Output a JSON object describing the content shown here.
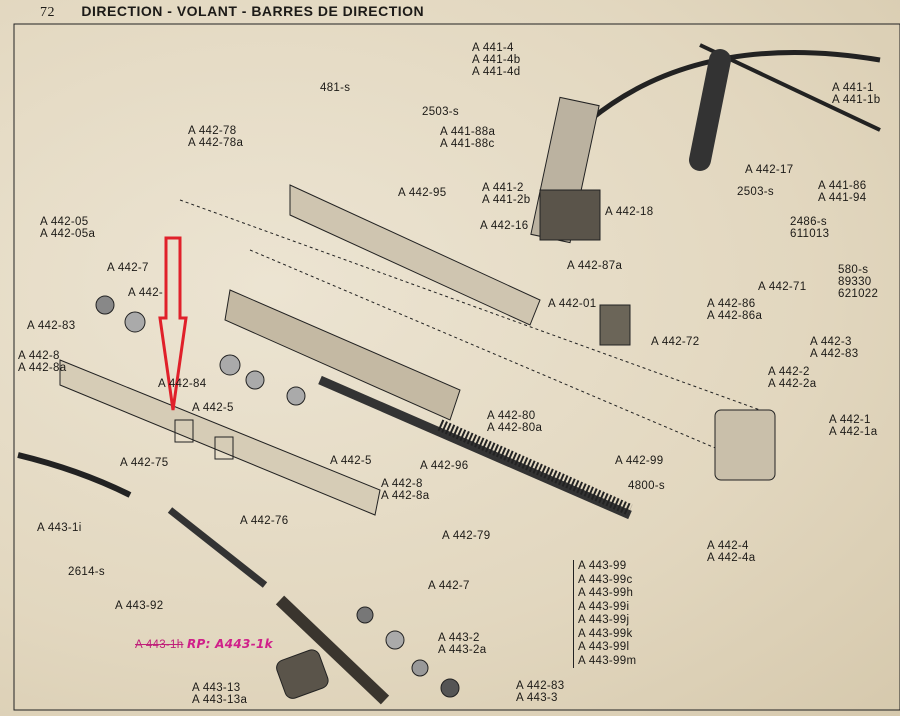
{
  "header": {
    "page_number": "72",
    "title": "DIRECTION - VOLANT - BARRES DE DIRECTION"
  },
  "labels": [
    [
      "A 441-4",
      "A 441-4b",
      "A 441-4d"
    ],
    [
      "481-s"
    ],
    [
      "2503-s"
    ],
    [
      "A 441-88a",
      "A 441-88c"
    ],
    [
      "A 441-1",
      "A 441-1b"
    ],
    [
      "A 442-78",
      "A 442-78a"
    ],
    [
      "A 442-17"
    ],
    [
      "2503-s"
    ],
    [
      "A 441-86",
      "A 441-94"
    ],
    [
      "A 441-2",
      "A 441-2b"
    ],
    [
      "A 442-95"
    ],
    [
      "A 442-18"
    ],
    [
      "2486-s",
      "611013"
    ],
    [
      "A 442-16"
    ],
    [
      "A 442-05",
      "A 442-05a"
    ],
    [
      "A 442-87a"
    ],
    [
      "A 442-7"
    ],
    [
      "580-s",
      "89330",
      "621022"
    ],
    [
      "A 442-71"
    ],
    [
      "A 442-"
    ],
    [
      "A 442-01"
    ],
    [
      "A 442-86",
      "A 442-86a"
    ],
    [
      "A 442-83"
    ],
    [
      "A 442-72"
    ],
    [
      "A 442-3",
      "A 442-83"
    ],
    [
      "A 442-8",
      "A 442-8a"
    ],
    [
      "A 442-2",
      "A 442-2a"
    ],
    [
      "A 442-84"
    ],
    [
      "A 442-5"
    ],
    [
      "A 442-80",
      "A 442-80a"
    ],
    [
      "A 442-1",
      "A 442-1a"
    ],
    [
      "A 442-5"
    ],
    [
      "A 442-99"
    ],
    [
      "A 442-96"
    ],
    [
      "A 442-75"
    ],
    [
      "4800-s"
    ],
    [
      "A 442-8",
      "A 442-8a"
    ],
    [
      "A 442-76"
    ],
    [
      "A 443-1i"
    ],
    [
      "A 442-79"
    ],
    [
      "A 442-4",
      "A 442-4a"
    ],
    [
      "2614-s"
    ],
    [
      "A 442-7"
    ],
    [
      "A 443-92"
    ],
    [
      "A 443-2",
      "A 443-2a"
    ],
    [
      "A 443-13",
      "A 443-13a"
    ],
    [
      "A 442-83",
      "A 443-3"
    ]
  ],
  "list_443_99": [
    "A 443-99",
    "A 443-99c",
    "A 443-99h",
    "A 443-99i",
    "A 443-99j",
    "A 443-99k",
    "A 443-99l",
    "A 443-99m"
  ],
  "annotation": {
    "struck": "A 443-1h",
    "handwritten": "RP: A443-1k",
    "color": "#d0208a"
  },
  "arrow_color": "#e0202a"
}
